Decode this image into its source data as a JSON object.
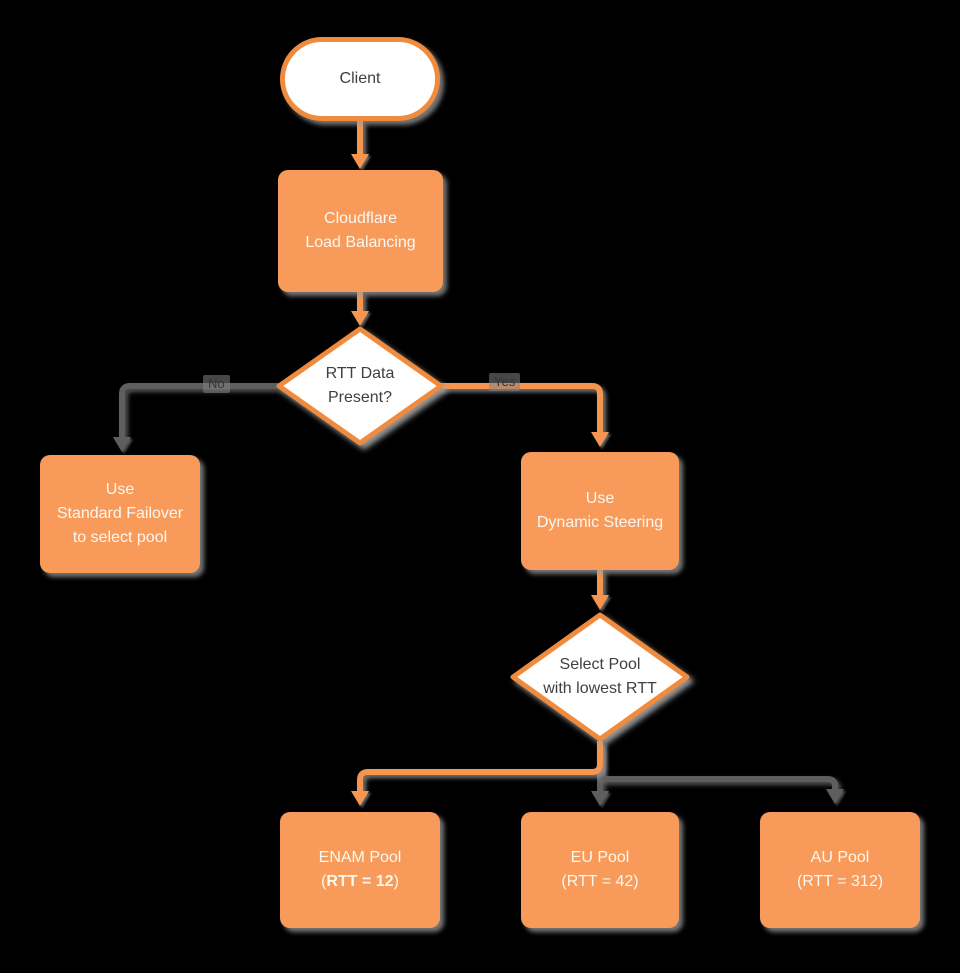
{
  "diagram": {
    "title_implied": "Cloudflare Load Balancing RTT steering flowchart",
    "colors": {
      "background": "#000000",
      "node_fill": "#F89B5A",
      "node_border": "#F08B3E",
      "edge_orange": "#F59550",
      "edge_gray": "#5E5E5E",
      "shape_shadow": "#A0A0A0",
      "white_shape_fill": "#FFFFFF",
      "dark_text": "#3F3F3F",
      "light_text": "#FCF7F1"
    },
    "nodes": {
      "client": {
        "label": "Client"
      },
      "load_balancing": {
        "line1": "Cloudflare",
        "line2": "Load Balancing"
      },
      "rtt_decision": {
        "line1": "RTT Data",
        "line2": "Present?"
      },
      "standard_failover": {
        "line1": "Use",
        "line2": "Standard Failover",
        "line3": "to select pool"
      },
      "dynamic_steering": {
        "line1": "Use",
        "line2": "Dynamic Steering"
      },
      "select_pool": {
        "line1": "Select Pool",
        "line2": "with lowest RTT"
      },
      "enam_pool": {
        "line1": "ENAM Pool",
        "line2_open": "(",
        "line2_bold": "RTT = 12",
        "line2_close": ")"
      },
      "eu_pool": {
        "line1": "EU Pool",
        "line2": "(RTT = 42)"
      },
      "au_pool": {
        "line1": "AU Pool",
        "line2": "(RTT = 312)"
      }
    },
    "edges": {
      "no_label": "No",
      "yes_label": "Yes"
    }
  }
}
